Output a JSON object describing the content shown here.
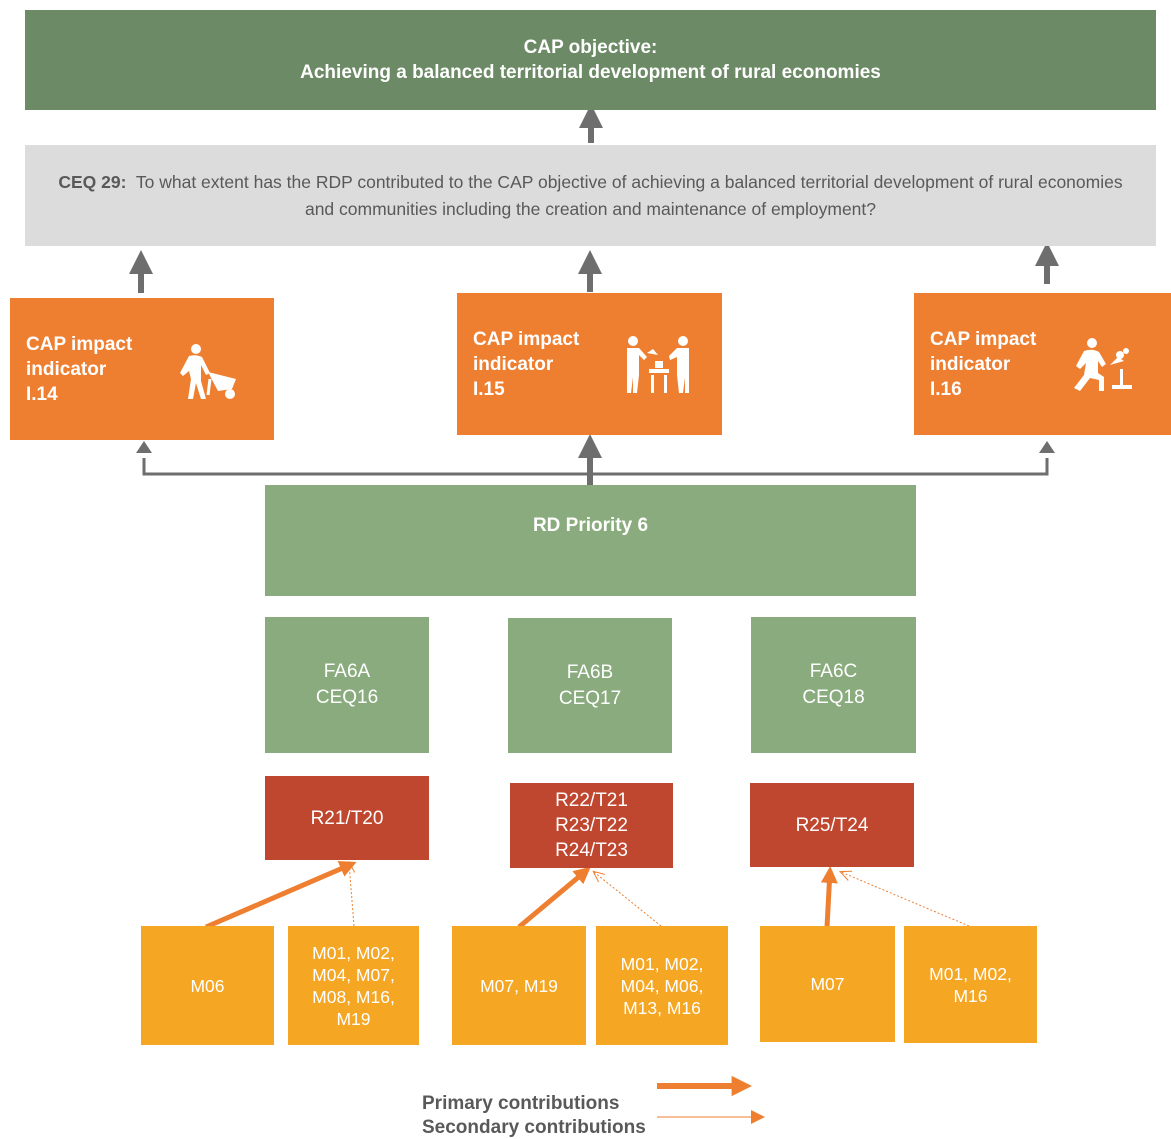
{
  "objective": {
    "line1": "CAP objective:",
    "line2": "Achieving a balanced territorial development of rural economies"
  },
  "ceq29": {
    "label": "CEQ 29:",
    "text": "To what extent has the RDP contributed to the CAP objective of achieving a balanced territorial development of rural economies and communities including the creation and maintenance of employment?"
  },
  "impacts": [
    {
      "line1": "CAP impact",
      "line2": "indicator",
      "code": "I.14",
      "icon": "worker-wheelbarrow-icon"
    },
    {
      "line1": "CAP impact",
      "line2": "indicator",
      "code": "I.15",
      "icon": "people-vending-icon"
    },
    {
      "line1": "CAP impact",
      "line2": "indicator",
      "code": "I.16",
      "icon": "person-planting-icon"
    }
  ],
  "priority": {
    "label": "RD Priority 6"
  },
  "focus_areas": [
    {
      "fa": "FA6A",
      "ceq": "CEQ16"
    },
    {
      "fa": "FA6B",
      "ceq": "CEQ17"
    },
    {
      "fa": "FA6C",
      "ceq": "CEQ18"
    }
  ],
  "results": [
    {
      "lines": [
        "R21/T20"
      ]
    },
    {
      "lines": [
        "R22/T21",
        "R23/T22",
        "R24/T23"
      ]
    },
    {
      "lines": [
        "R25/T24"
      ]
    }
  ],
  "measures": [
    {
      "lines": [
        "M06"
      ]
    },
    {
      "lines": [
        "M01, M02,",
        "M04, M07,",
        "M08, M16,",
        "M19"
      ]
    },
    {
      "lines": [
        "M07, M19"
      ]
    },
    {
      "lines": [
        "M01, M02,",
        "M04, M06,",
        "M13, M16"
      ]
    },
    {
      "lines": [
        "M07"
      ]
    },
    {
      "lines": [
        "M01, M02,",
        "M16"
      ]
    }
  ],
  "legend": {
    "primary": "Primary contributions",
    "secondary": "Secondary contributions"
  },
  "colors": {
    "objective": "#6d8a66",
    "ceq": "#dcdcdc",
    "impact": "#ee7f31",
    "focus": "#8aab7e",
    "result": "#c0472f",
    "measure": "#f5a623",
    "connector": "#6e6e6e",
    "contribution": "#ee7f31"
  }
}
